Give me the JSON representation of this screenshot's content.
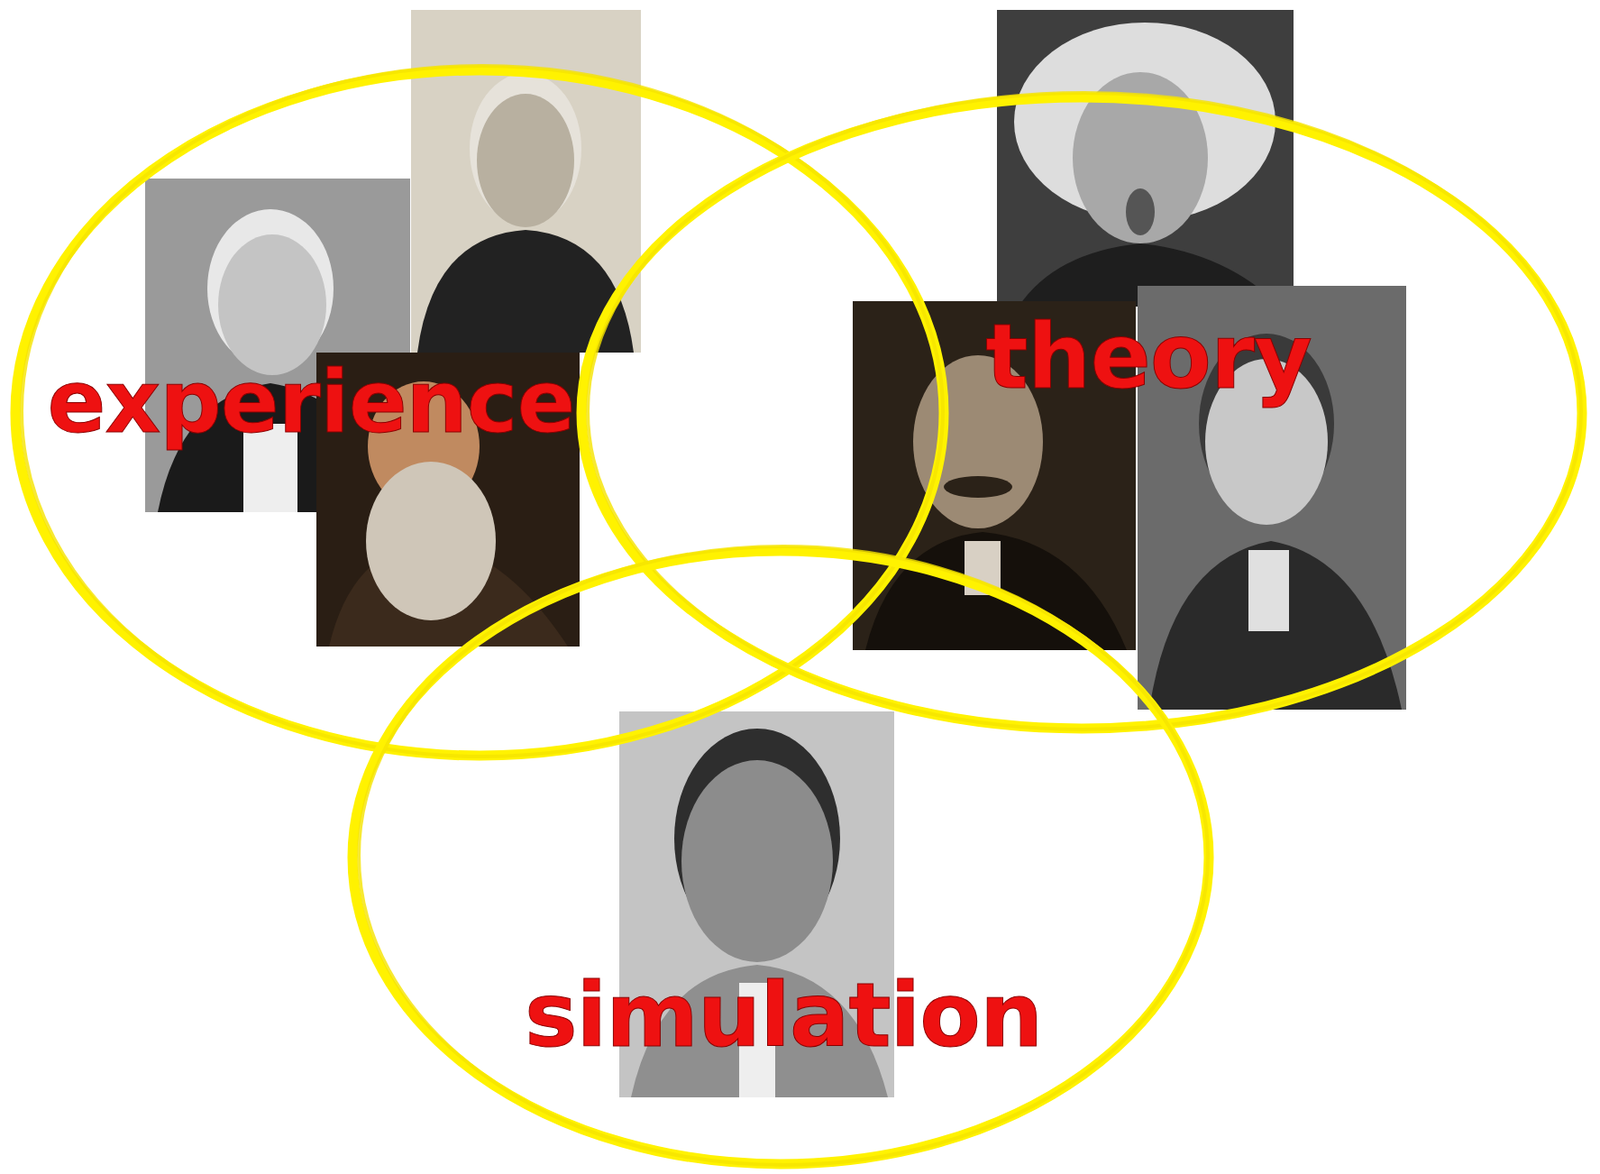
{
  "diagram": {
    "nodes": [
      {
        "text": [
          "experience"
        ]
      },
      {
        "text": [
          "theory"
        ]
      },
      {
        "text": [
          "simulation"
        ]
      }
    ]
  }
}
